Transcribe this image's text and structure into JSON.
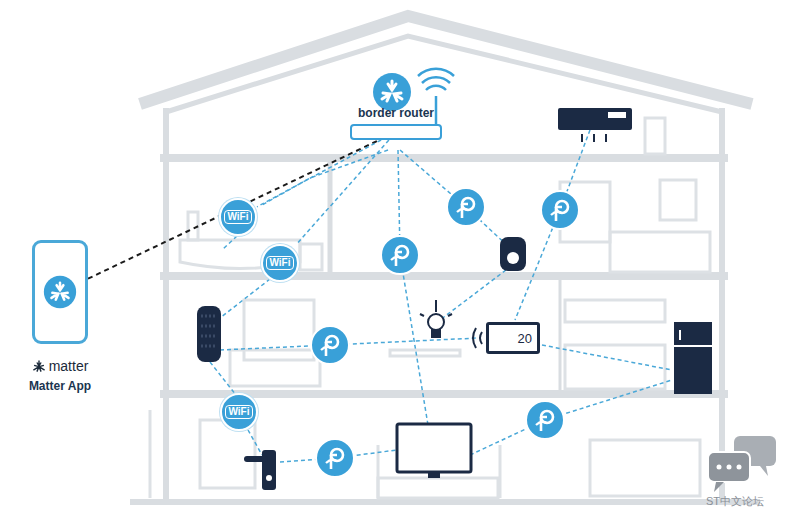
{
  "diagram": {
    "nodes": [
      {
        "text": [
          "border router"
        ]
      },
      {
        "text": [
          "matter",
          "Matter App"
        ]
      },
      {
        "text": [
          "WiFi"
        ]
      },
      {
        "text": [
          "WiFi"
        ]
      },
      {
        "text": [
          "20"
        ]
      },
      {
        "text": [
          "WiFi"
        ]
      }
    ],
    "edges": [
      {
        "from": 1,
        "to": 0,
        "arrow": "none"
      },
      {
        "from": 0,
        "to": 2,
        "arrow": "none"
      },
      {
        "from": 0,
        "to": 3,
        "arrow": "none"
      }
    ],
    "labels": [
      "ST中文论坛"
    ]
  }
}
